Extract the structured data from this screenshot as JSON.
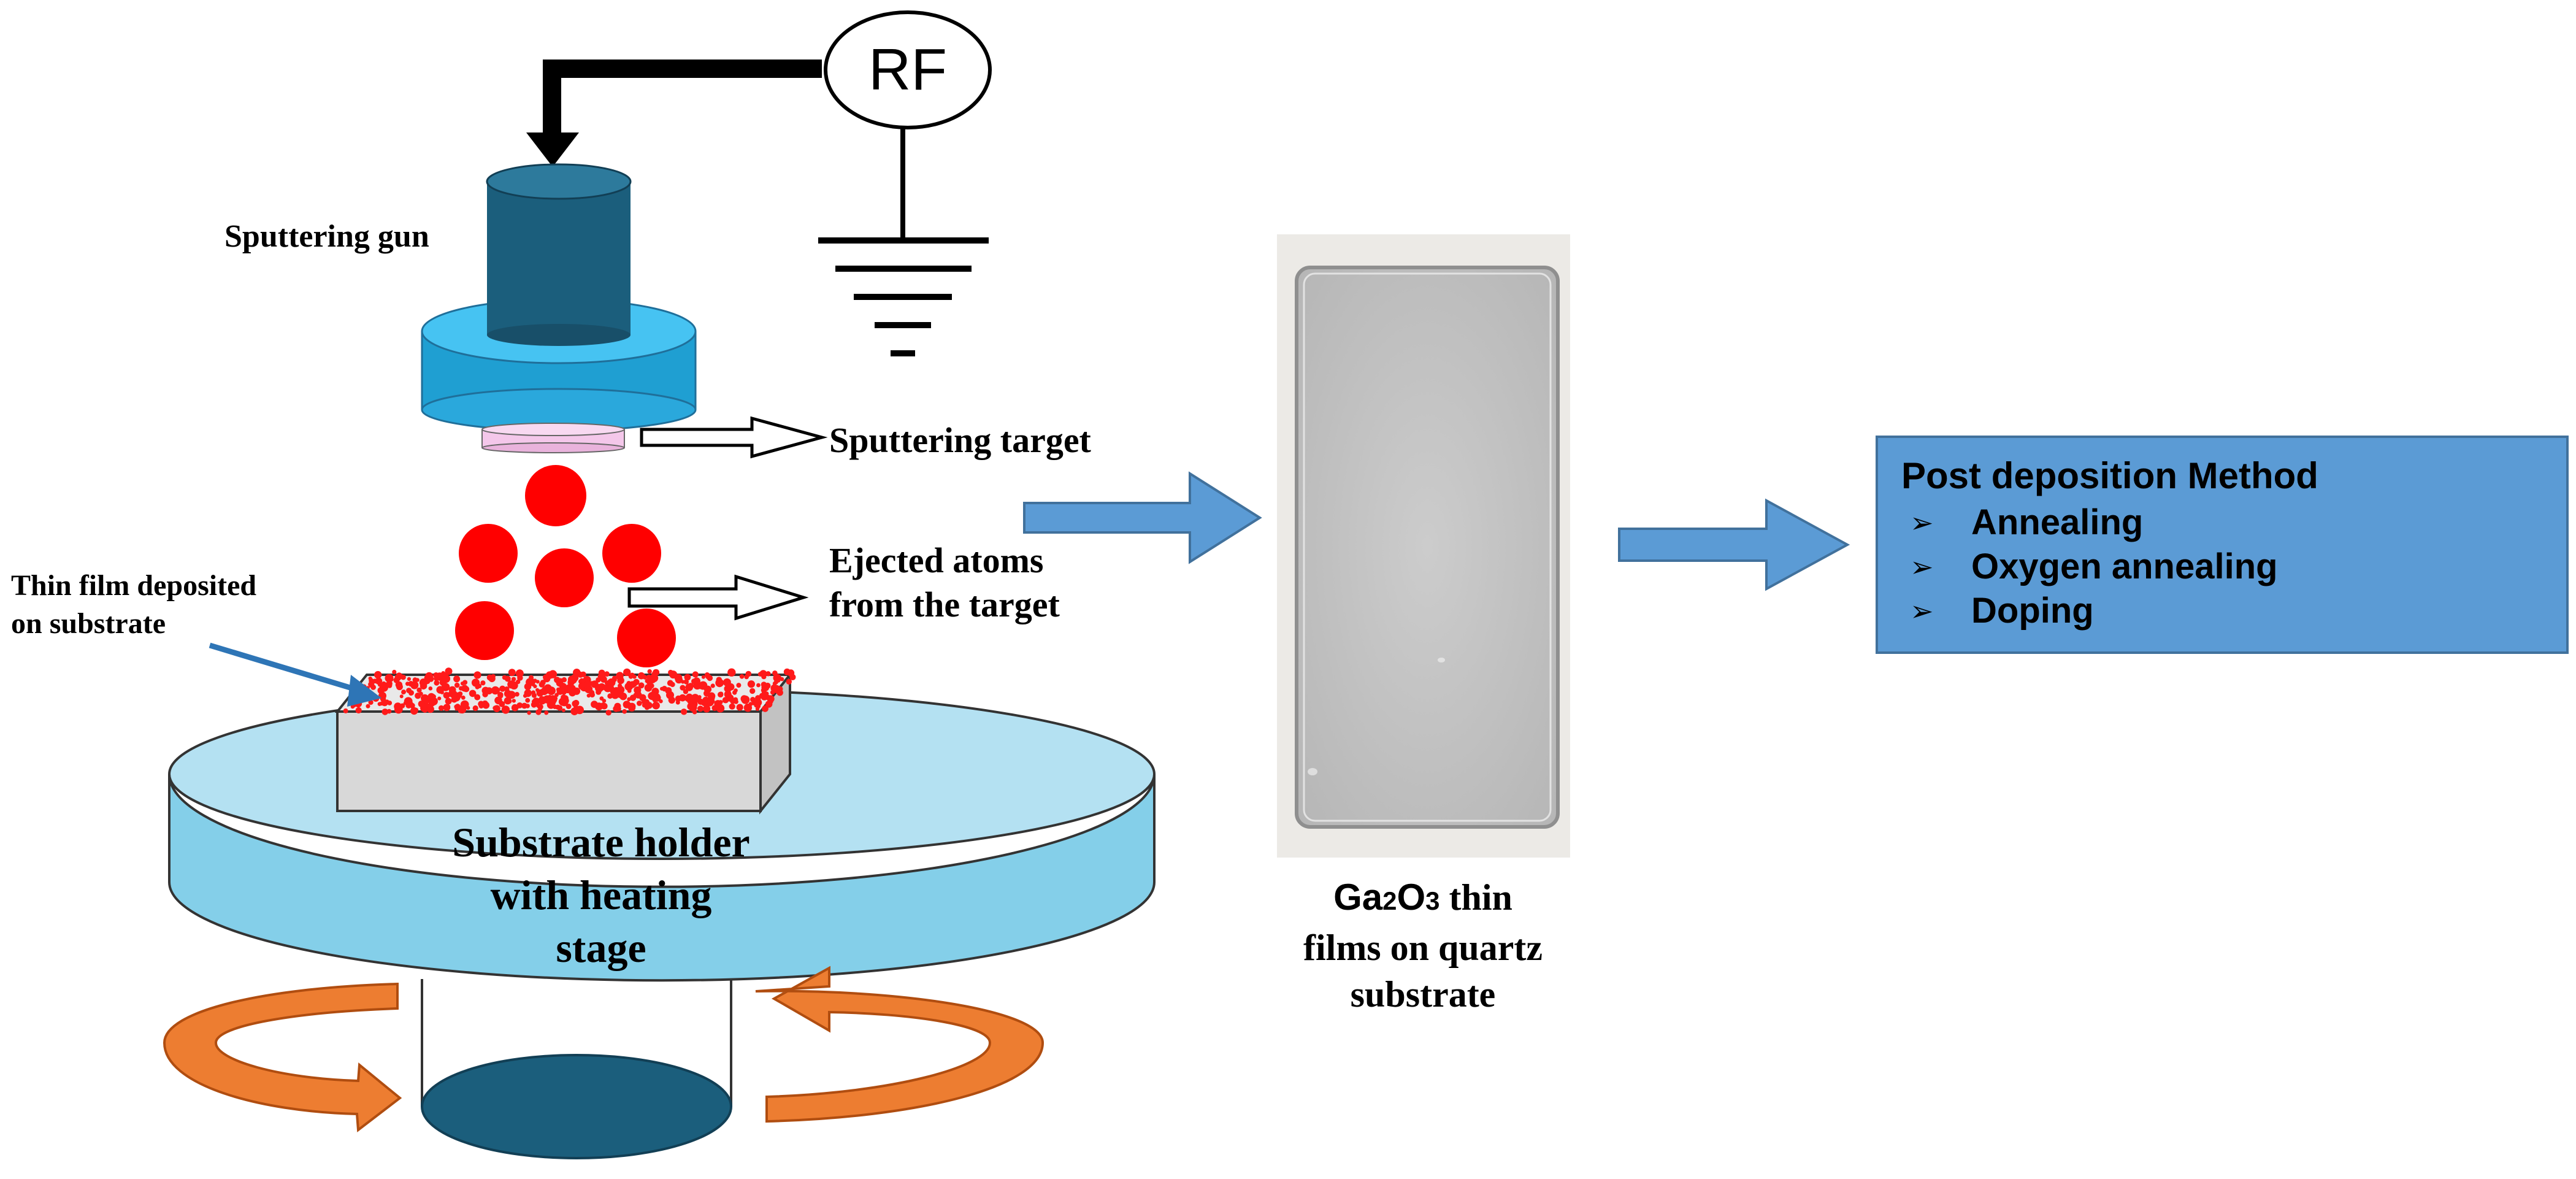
{
  "labels": {
    "rf": "RF",
    "sputtering_gun": "Sputtering gun",
    "sputtering_target": "Sputtering target",
    "ejected_atoms_line1": "Ejected atoms",
    "ejected_atoms_line2": "from the target",
    "thin_film_line1": "Thin film deposited",
    "thin_film_line2": "on substrate",
    "substrate_holder_line1": "Substrate holder",
    "substrate_holder_line2": "with heating",
    "substrate_holder_line3": "stage"
  },
  "sample_caption": {
    "formula_prefix": "Ga",
    "sub1": "2",
    "formula_mid": "O",
    "sub2": "3",
    "line1_suffix": " thin",
    "line2": "films on quartz",
    "line3": "substrate"
  },
  "post_deposition": {
    "title": "Post deposition Method",
    "bullet": "➢",
    "items": [
      {
        "label": "Annealing"
      },
      {
        "label": "Oxygen annealing"
      },
      {
        "label": "Doping"
      }
    ]
  },
  "colors": {
    "gun_dark": "#1b5e7c",
    "gun_collar": "#2eb5ec",
    "target": "#f4c7ea",
    "atoms": "#ff0000",
    "substrate": "#d8d8d8",
    "holder": "#84cfe9",
    "rotation_arrow": "#ed7d31",
    "flow_arrow": "#5b9bd5",
    "post_box": "#5b9bd5",
    "film_sample": "#c4c4c4"
  }
}
